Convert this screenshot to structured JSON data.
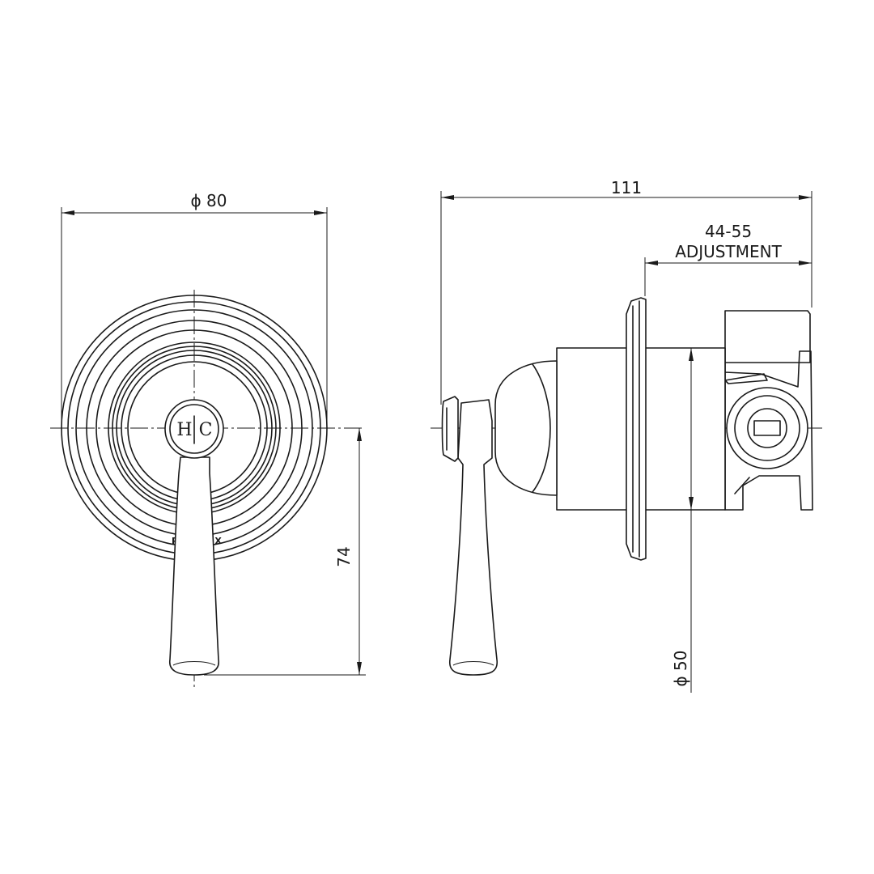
{
  "front_view": {
    "diameter_label": "ϕ 80",
    "height_label": "74",
    "handle_marking_hot": "H",
    "handle_marking_cold": "C",
    "brand_mark": "PHOENIX"
  },
  "side_view": {
    "overall_length_label": "111",
    "adjustment_value": "44-55",
    "adjustment_label": "ADJUSTMENT",
    "body_diameter_label": "ϕ 50"
  }
}
